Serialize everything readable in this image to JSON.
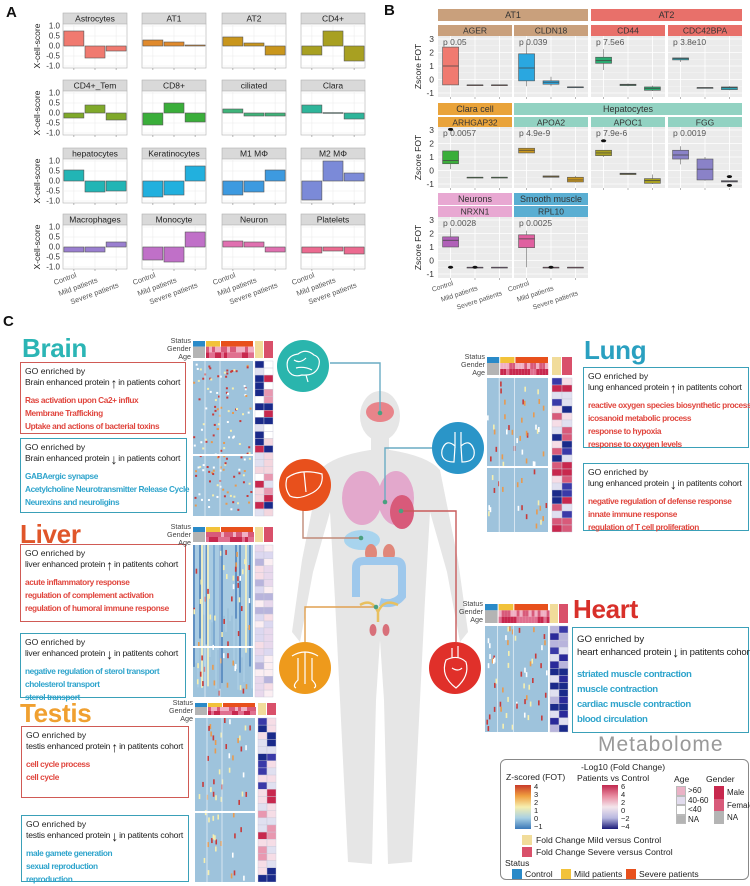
{
  "panels": {
    "a": "A",
    "b": "B",
    "c": "C"
  },
  "chart_data": [
    {
      "type": "bar",
      "panel": "A",
      "ylabel": "X-cell-score",
      "ylim": [
        -1.1,
        1.1
      ],
      "yticks": [
        "1.0",
        "0.5",
        "0.0",
        "-0.5",
        "-1.0"
      ],
      "ytick_values": [
        1.0,
        0.5,
        0.0,
        -0.5,
        -1.0
      ],
      "categories": [
        "Control",
        "Mild patients",
        "Severe patients"
      ],
      "grid": true,
      "facets": [
        {
          "name": "Astrocytes",
          "values": [
            0.75,
            -0.6,
            -0.25
          ],
          "color": "#f07a70"
        },
        {
          "name": "AT1",
          "values": [
            0.3,
            0.2,
            0.05
          ],
          "color": "#e08a2c"
        },
        {
          "name": "AT2",
          "values": [
            0.45,
            0.15,
            -0.45
          ],
          "color": "#c9961c"
        },
        {
          "name": "CD4+",
          "values": [
            -0.45,
            0.75,
            -0.75
          ],
          "color": "#a8a021"
        },
        {
          "name": "CD4+_Tem",
          "values": [
            -0.25,
            0.4,
            -0.35
          ],
          "color": "#7fa92a"
        },
        {
          "name": "CD8+",
          "values": [
            -0.6,
            0.5,
            -0.45
          ],
          "color": "#3aae3a"
        },
        {
          "name": "ciliated",
          "values": [
            0.2,
            -0.15,
            -0.15
          ],
          "color": "#3fb47a"
        },
        {
          "name": "Clara",
          "values": [
            0.4,
            0.02,
            -0.3
          ],
          "color": "#2eb59a"
        },
        {
          "name": "hepatocytes",
          "values": [
            0.55,
            -0.55,
            -0.5
          ],
          "color": "#22b5b5"
        },
        {
          "name": "Keratinocytes",
          "values": [
            -0.8,
            -0.7,
            0.75
          ],
          "color": "#22b0de"
        },
        {
          "name": "M1 MΦ",
          "values": [
            -0.7,
            -0.55,
            0.55
          ],
          "color": "#3d9ae0"
        },
        {
          "name": "M2 MΦ",
          "values": [
            -0.95,
            1.0,
            0.4
          ],
          "color": "#7b8ad8"
        },
        {
          "name": "Macrophages",
          "values": [
            -0.25,
            -0.25,
            0.25
          ],
          "color": "#9a7fd0"
        },
        {
          "name": "Monocyte",
          "values": [
            -0.65,
            -0.75,
            0.75
          ],
          "color": "#c070c8"
        },
        {
          "name": "Neuron",
          "values": [
            0.3,
            0.25,
            -0.25
          ],
          "color": "#e070b0"
        },
        {
          "name": "Platelets",
          "values": [
            -0.3,
            -0.2,
            -0.35
          ],
          "color": "#ec6a90"
        }
      ]
    },
    {
      "type": "box",
      "panel": "B",
      "ylabel": "Zscore FOT",
      "ylim": [
        -1.2,
        3.2
      ],
      "yticks": [
        "3",
        "2",
        "1",
        "0",
        "-1"
      ],
      "ytick_values": [
        3,
        2,
        1,
        0,
        -1
      ],
      "categories": [
        "Control",
        "Mild patients",
        "Severe patients"
      ],
      "groups": [
        {
          "name": "AT1",
          "color": "#c9a07c"
        },
        {
          "name": "AT2",
          "color": "#e8706a"
        },
        {
          "name": "Clara cell",
          "color": "#e9a33a"
        },
        {
          "name": "Hepatocytes",
          "color": "#92d2c2"
        },
        {
          "name": "Neurons",
          "color": "#e8a8d2"
        },
        {
          "name": "Smooth muscle",
          "color": "#5aaed2"
        }
      ],
      "facets": [
        {
          "gene": "AGER",
          "group": "AT1",
          "p": "p 0.05",
          "color": "#f07a70",
          "boxes": [
            [
              -0.4,
              -0.4,
              1.0,
              2.4,
              2.4
            ],
            [
              -0.4,
              -0.4,
              -0.4,
              -0.4,
              -0.4
            ],
            [
              -0.4,
              -0.4,
              -0.4,
              -0.4,
              -0.4
            ]
          ],
          "outliers": [
            [],
            [],
            []
          ]
        },
        {
          "gene": "CLDN18",
          "group": "AT1",
          "p": "p 0.039",
          "color": "#2aa7e0",
          "boxes": [
            [
              -0.5,
              -0.1,
              0.85,
              1.9,
              2.7
            ],
            [
              -0.5,
              -0.35,
              -0.2,
              -0.1,
              0.2
            ],
            [
              -0.55,
              -0.55,
              -0.55,
              -0.55,
              -0.55
            ]
          ],
          "outliers": [
            [],
            [],
            []
          ]
        },
        {
          "gene": "CD44",
          "group": "AT2",
          "p": "p 7.5e6",
          "color": "#2aaa70",
          "boxes": [
            [
              0.7,
              1.2,
              1.4,
              1.65,
              2.25
            ],
            [
              -0.5,
              -0.45,
              -0.4,
              -0.35,
              -0.3
            ],
            [
              -0.85,
              -0.8,
              -0.65,
              -0.55,
              -0.45
            ]
          ],
          "outliers": [
            [],
            [],
            []
          ]
        },
        {
          "gene": "CDC42BPA",
          "group": "AT2",
          "p": "p 3.8e10",
          "color": "#2aa0b0",
          "boxes": [
            [
              1.3,
              1.45,
              1.55,
              1.6,
              1.6
            ],
            [
              -0.6,
              -0.6,
              -0.6,
              -0.6,
              -0.6
            ],
            [
              -0.8,
              -0.75,
              -0.6,
              -0.55,
              -0.5
            ]
          ],
          "outliers": [
            [],
            [],
            []
          ]
        },
        {
          "gene": "ARHGAP32",
          "group": "Clara cell",
          "p": "p 0.0057",
          "color": "#3aae3a",
          "boxes": [
            [
              0.1,
              0.5,
              0.75,
              1.45,
              1.45
            ],
            [
              -0.5,
              -0.5,
              -0.5,
              -0.5,
              -0.5
            ],
            [
              -0.5,
              -0.5,
              -0.5,
              -0.5,
              -0.5
            ]
          ],
          "outliers": [
            [
              3.05
            ],
            [],
            []
          ]
        },
        {
          "gene": "APOA2",
          "group": "Hepatocytes",
          "p": "p 4.9e-9",
          "color": "#c9961c",
          "boxes": [
            [
              1.3,
              1.3,
              1.5,
              1.65,
              1.65
            ],
            [
              -0.5,
              -0.5,
              -0.45,
              -0.4,
              -0.4
            ],
            [
              -0.9,
              -0.85,
              -0.7,
              -0.5,
              -0.4
            ]
          ],
          "outliers": [
            [],
            [],
            []
          ]
        },
        {
          "gene": "APOC1",
          "group": "Hepatocytes",
          "p": "p 7.9e-6",
          "color": "#a8a021",
          "boxes": [
            [
              1.0,
              1.1,
              1.3,
              1.5,
              1.5
            ],
            [
              -0.3,
              -0.3,
              -0.25,
              -0.2,
              -0.2
            ],
            [
              -1.0,
              -0.95,
              -0.75,
              -0.6,
              -0.3
            ]
          ],
          "outliers": [
            [
              2.2
            ],
            [],
            []
          ]
        },
        {
          "gene": "FGG",
          "group": "Hepatocytes",
          "p": "p 0.0019",
          "color": "#8a82c8",
          "boxes": [
            [
              0.45,
              0.85,
              1.15,
              1.5,
              1.8
            ],
            [
              -0.75,
              -0.7,
              0.1,
              0.85,
              1.0
            ],
            [
              -0.85,
              -0.85,
              -0.8,
              -0.75,
              -0.75
            ]
          ],
          "outliers": [
            [],
            [],
            [
              -0.45,
              -1.1
            ]
          ]
        },
        {
          "gene": "NRXN1",
          "group": "Neurons",
          "p": "p 0.0028",
          "color": "#b060b8",
          "boxes": [
            [
              1.0,
              1.0,
              1.5,
              1.75,
              2.4
            ],
            [
              -0.5,
              -0.5,
              -0.5,
              -0.5,
              -0.5
            ],
            [
              -0.5,
              -0.5,
              -0.5,
              -0.5,
              -0.5
            ]
          ],
          "outliers": [
            [
              -0.5
            ],
            [
              -0.5
            ],
            []
          ]
        },
        {
          "gene": "RPL10",
          "group": "Smooth muscle",
          "p": "p 0.0025",
          "color": "#e060a0",
          "boxes": [
            [
              -0.5,
              0.95,
              1.6,
              1.9,
              2.2
            ],
            [
              -0.5,
              -0.5,
              -0.5,
              -0.5,
              -0.5
            ],
            [
              -0.5,
              -0.5,
              -0.5,
              -0.5,
              -0.5
            ]
          ],
          "outliers": [
            [],
            [
              -0.5
            ],
            []
          ]
        }
      ]
    }
  ],
  "heatmap_labels": {
    "status": "Status",
    "gender": "Gender",
    "age": "Age"
  },
  "organs": {
    "brain": {
      "title": "Brain",
      "color": "#2bb5b5",
      "up": {
        "line1": "GO enriched by",
        "prefix": "Brain enhanced protein",
        "suffix": "in patients cohort",
        "terms": [
          "Ras activation upon Ca2+ influx",
          "Membrane Trafficking",
          "Uptake and actions of bacterial toxins"
        ]
      },
      "down": {
        "line1": "GO enriched by",
        "prefix": "Brain enhanced protein",
        "suffix": "in patients cohort",
        "terms": [
          "GABAergic synapse",
          "Acetylcholine Neurotransmitter Release Cycle",
          "Neurexins and neuroligins"
        ]
      }
    },
    "liver": {
      "title": "Liver",
      "color": "#e0562a",
      "up": {
        "line1": "GO enriched by",
        "prefix": "liver enhanced protein",
        "suffix": "in patitents cohort",
        "terms": [
          "acute inflammatory response",
          "regulation of complement activation",
          "regulation of humoral immune response"
        ]
      },
      "down": {
        "line1": "GO enriched by",
        "prefix": "liver enhanced protein",
        "suffix": "in patitents cohort",
        "terms": [
          "negative regulation of sterol transport",
          "cholesterol transport",
          "sterol transport"
        ]
      }
    },
    "testis": {
      "title": "Testis",
      "color": "#f0a030",
      "up": {
        "line1": "GO enriched by",
        "prefix": "testis enhanced protein",
        "suffix": "in patitents cohort",
        "terms": [
          "cell cycle process",
          "cell cycle"
        ]
      },
      "down": {
        "line1": "GO enriched by",
        "prefix": "testis enhanced protein",
        "suffix": "in patitents cohort",
        "terms": [
          "male gamete generation",
          "sexual reproduction",
          "reproduction"
        ]
      }
    },
    "lung": {
      "title": "Lung",
      "color": "#2aa0c0",
      "up": {
        "line1": "GO enriched by",
        "prefix": "lung enhanced protein",
        "suffix": "in patitents cohort",
        "terms": [
          "reactive oxygen species biosynthetic process",
          "icosanoid metabolic process",
          "response to hypoxia",
          "response to oxygen levels"
        ]
      },
      "down": {
        "line1": "GO enriched by",
        "prefix": "lung enhanced protein",
        "suffix": "in patitents cohort",
        "terms": [
          "negative regulation of defense response",
          "innate immune response",
          "regulation of T cell proliferation"
        ]
      }
    },
    "heart": {
      "title": "Heart",
      "color": "#d8302a",
      "down": {
        "line1": "GO enriched by",
        "prefix": "heart enhanced protein",
        "suffix": "in patitents cohort",
        "terms": [
          "striated muscle contraction",
          "muscle contraction",
          "cardiac muscle contraction",
          "blood circulation"
        ]
      }
    }
  },
  "legend": {
    "zscore_title": "Z-scored (FOT)",
    "zscore_ticks": [
      "4",
      "3",
      "2",
      "1",
      "0",
      "−1"
    ],
    "fc_title": "-Log10 (Fold Change)",
    "fc_subtitle": "Patients vs Control",
    "fc_ticks": [
      "6",
      "4",
      "2",
      "0",
      "−2",
      "−4"
    ],
    "age_title": "Age",
    "age_items": [
      {
        "label": ">60",
        "color": "#eab2c6"
      },
      {
        "label": "40-60",
        "color": "#e2dcee"
      },
      {
        "label": "<40",
        "color": "#ffffff"
      },
      {
        "label": "NA",
        "color": "#b4b4b4"
      }
    ],
    "gender_title": "Gender",
    "gender_items": [
      {
        "label": "Male",
        "color": "#c8284e"
      },
      {
        "label": "Female",
        "color": "#d85a7a"
      },
      {
        "label": "NA",
        "color": "#b4b4b4"
      }
    ],
    "fc_mild": "Fold Change Mild versus Control",
    "fc_severe": "Fold Change Severe versus Control",
    "fc_mild_color": "#f1dc9a",
    "fc_severe_color": "#d9506a",
    "status_title": "Status",
    "status_items": [
      {
        "label": "Control",
        "color": "#2a8ac8"
      },
      {
        "label": "Mild patients",
        "color": "#f2c23a"
      },
      {
        "label": "Severe patients",
        "color": "#e8501c"
      }
    ],
    "watermark": "Metabolome"
  }
}
